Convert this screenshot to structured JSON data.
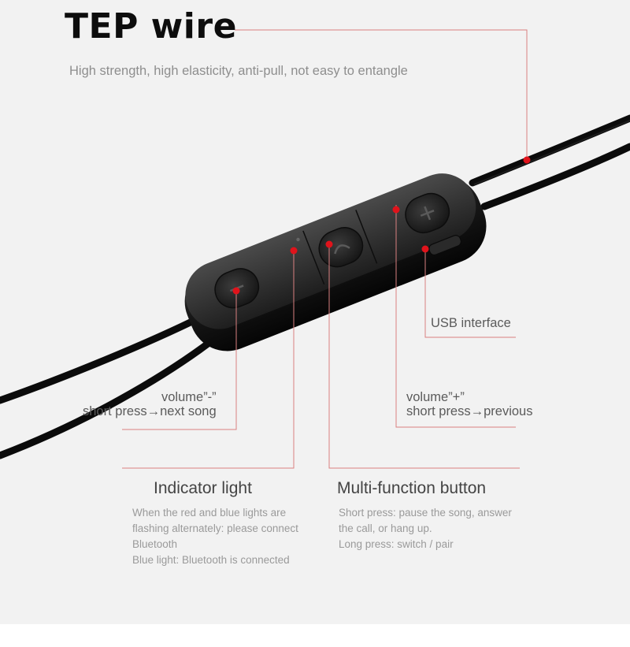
{
  "title": "TEP wire",
  "subtitle": "High strength, high elasticity, anti-pull, not easy to entangle",
  "usb_label": "USB interface",
  "volume_minus": {
    "line1": "volume”-”",
    "line2": "short press→next song"
  },
  "volume_plus": {
    "line1": "volume”+”",
    "line2": "short press→previous"
  },
  "indicator": {
    "heading": "Indicator light",
    "lines": [
      "When the red and blue lights are",
      "flashing alternately: please connect",
      "Bluetooth",
      "Blue light: Bluetooth is connected"
    ]
  },
  "multifunction": {
    "heading": "Multi-function button",
    "lines": [
      "Short press: pause the song, answer",
      "the call, or hang up.",
      "Long press: switch / pair"
    ]
  },
  "colors": {
    "background": "#f2f2f2",
    "accent": "#e0131b",
    "leader_line": "#d98080",
    "cable": "#0b0b0b"
  }
}
